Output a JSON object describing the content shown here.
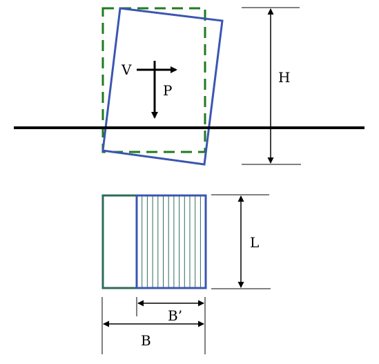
{
  "labels": {
    "shear": "V",
    "vertical_load": "P",
    "height": "H",
    "length": "L",
    "effective_width": "B’",
    "width": "B"
  },
  "colors": {
    "original_outline": "#1f7a1f",
    "tilted_footing": "#3a56b0",
    "plan_left_part": "#2e6b5b",
    "hatch": "#2e6b5b",
    "lines": "#000000",
    "background": "#ffffff"
  },
  "icons": {
    "arrow": "arrow-icon"
  }
}
